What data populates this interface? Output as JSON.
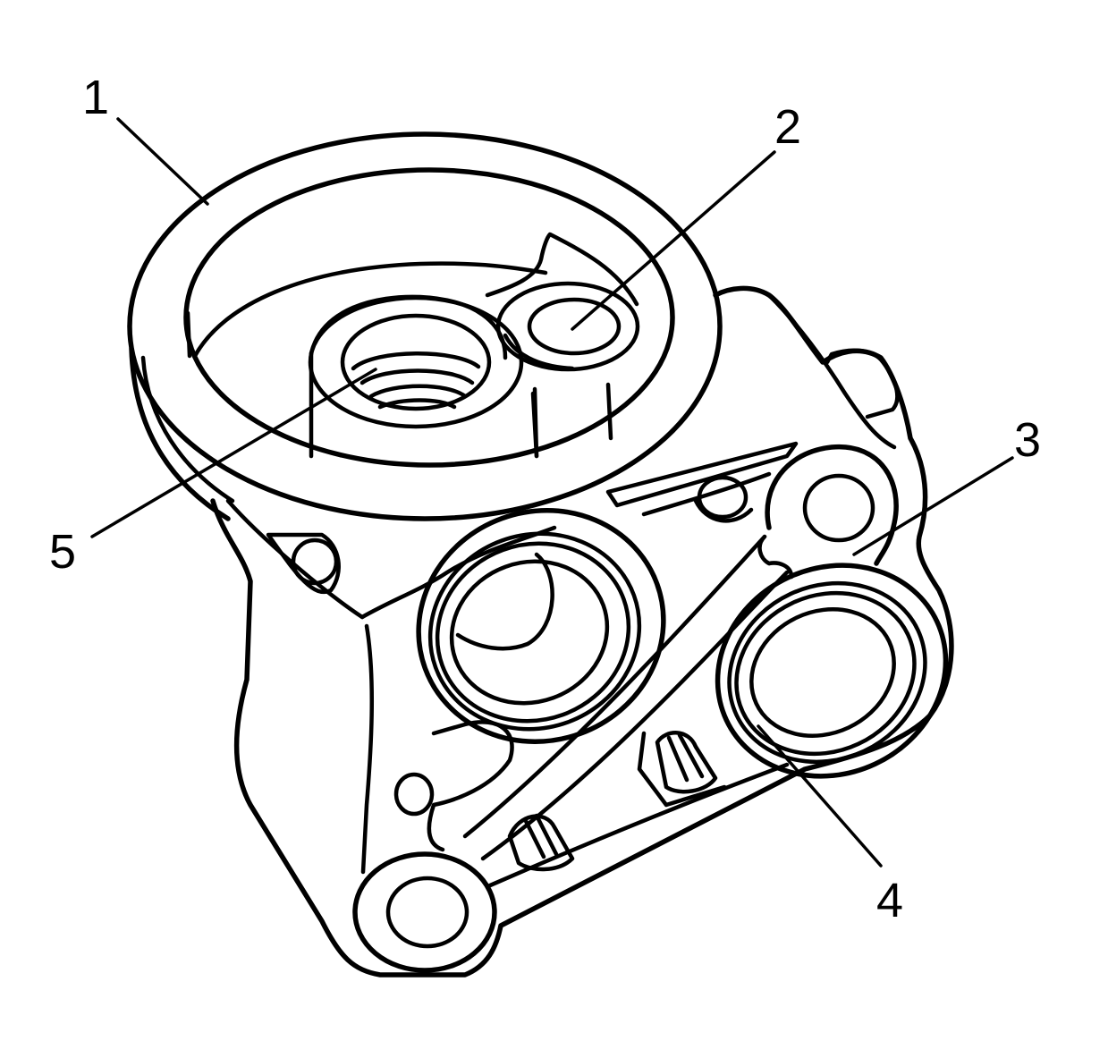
{
  "diagram": {
    "subject": "oil-filter-adapter-housing",
    "line_color": "#000000",
    "background_color": "#ffffff",
    "callouts": [
      {
        "id": "callout-1",
        "label": "1"
      },
      {
        "id": "callout-2",
        "label": "2"
      },
      {
        "id": "callout-3",
        "label": "3"
      },
      {
        "id": "callout-4",
        "label": "4"
      },
      {
        "id": "callout-5",
        "label": "5"
      }
    ]
  }
}
